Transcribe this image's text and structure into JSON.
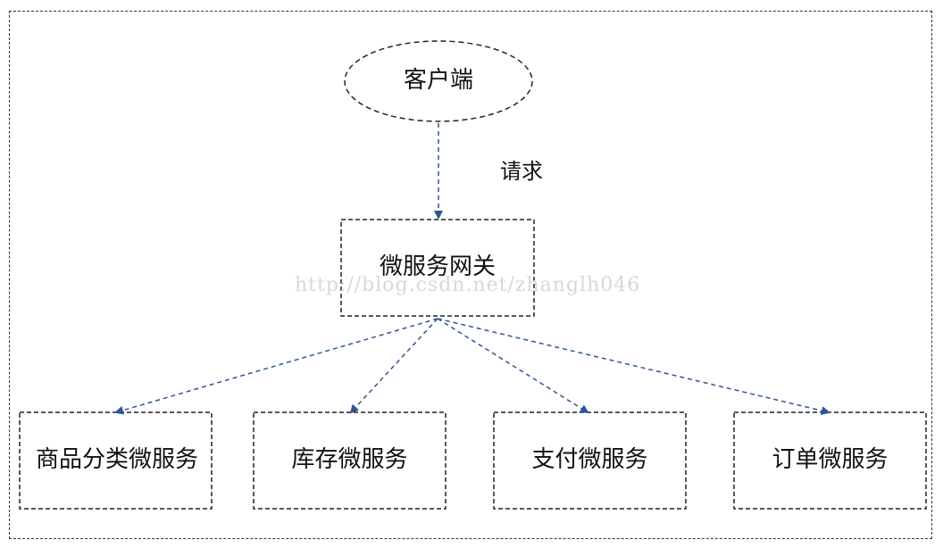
{
  "nodes": {
    "client": "客户端",
    "gateway": "微服务网关",
    "services": [
      {
        "id": "product",
        "label": "商品分类微服务"
      },
      {
        "id": "inventory",
        "label": "库存微服务"
      },
      {
        "id": "payment",
        "label": "支付微服务"
      },
      {
        "id": "order",
        "label": "订单微服务"
      }
    ]
  },
  "edges": {
    "client_to_gateway": "请求"
  },
  "watermark": "http://blog.csdn.net/zhanglh046",
  "colors": {
    "arrow": "#2f5597",
    "border": "#333333",
    "watermark": "#d8d8d8"
  }
}
